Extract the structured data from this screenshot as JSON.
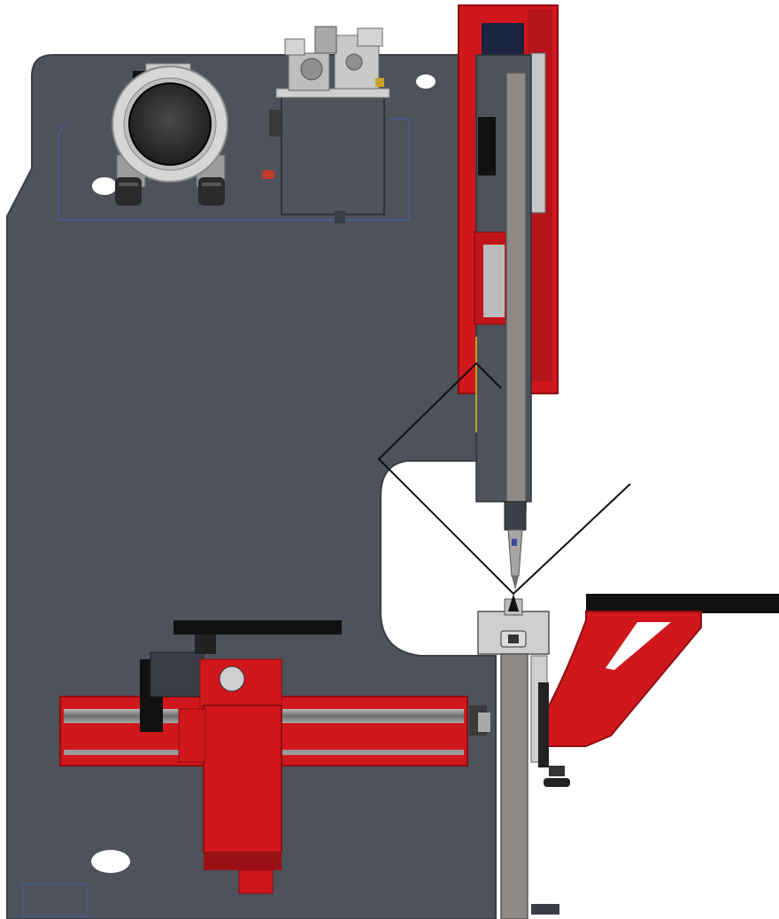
{
  "figure": {
    "subject": "press-brake-side-view",
    "components": [
      {
        "id": "frame",
        "label": ""
      },
      {
        "id": "ram",
        "label": ""
      },
      {
        "id": "motor",
        "label": ""
      },
      {
        "id": "hydraulic-valve-block",
        "label": ""
      },
      {
        "id": "punch",
        "label": ""
      },
      {
        "id": "die",
        "label": ""
      },
      {
        "id": "sheet-metal",
        "label": ""
      },
      {
        "id": "backgauge",
        "label": ""
      },
      {
        "id": "front-support-arm",
        "label": ""
      }
    ],
    "colors": {
      "frame": "#4d525b",
      "frame_edge": "#3a3e46",
      "accent_red": "#d0171b",
      "accent_red_dark": "#9a1015",
      "steel": "#8d8a88",
      "black": "#111111",
      "outline_blue": "#4a5a8c"
    }
  }
}
